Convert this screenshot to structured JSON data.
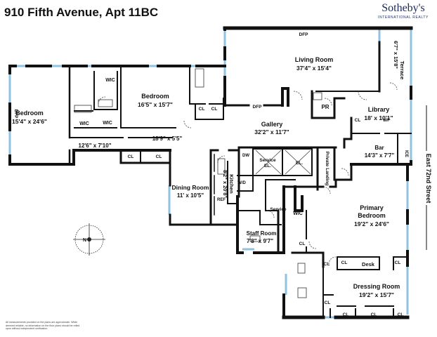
{
  "title": "910 Fifth Avenue, Apt 11BC",
  "brand": {
    "name": "Sotheby's",
    "subtitle": "INTERNATIONAL REALTY"
  },
  "rooms": {
    "bedroom_west": {
      "name": "Bedroom",
      "dims": "15'4\" x 24'6\""
    },
    "bedroom_north": {
      "name": "Bedroom",
      "dims": "16'5\" x 15'7\""
    },
    "living_room": {
      "name": "Living Room",
      "dims": "37'4\" x 15'4\""
    },
    "terrace": {
      "name": "Terrace",
      "dims": "6'7\" x 15'8\""
    },
    "gallery": {
      "name": "Gallery",
      "dims": "32'2\" x 11'7\""
    },
    "library": {
      "name": "Library",
      "dims": "18' x 10'1\""
    },
    "bar": {
      "name": "Bar",
      "dims": "14'3\" x 7'7\""
    },
    "dining_room": {
      "name": "Dining Room",
      "dims": "11' x 10'5\""
    },
    "kitchen": {
      "name": "Kitchen",
      "dims": "8'2\" x 20'8\""
    },
    "staff_room": {
      "name": "Staff Room",
      "dims": "7'8\" x 9'7\""
    },
    "primary_bedroom": {
      "name": "Primary\nBedroom",
      "line1": "Primary",
      "line2": "Bedroom",
      "dims": "19'2\" x 24'6\""
    },
    "dressing_room": {
      "name": "Dressing Room",
      "dims": "19'2\" x 15'7\""
    },
    "hall_a": {
      "dims": "12'6\" x 7'10\""
    },
    "hall_b": {
      "dims": "18'9\" x 5'5\""
    }
  },
  "small_labels": {
    "wic": "WIC",
    "cl": "CL",
    "dfp": "DFP",
    "pr": "PR",
    "wf": "WF",
    "ice": "ICE",
    "service_el": "Service EL.",
    "service_el_line1": "Service",
    "service_el_line2": "EL.",
    "el": "EL.",
    "private_landing": "Private Landing",
    "dw": "DW",
    "wd": "W/D",
    "ref": "REF",
    "service": "Service",
    "desk": "Desk"
  },
  "street": "East 72nd Street",
  "compass": "N",
  "disclaimer": "All measurements provided on the plans are approximate. While deemed reliable, no information on the floor plans should be relied upon without independent verification.",
  "colors": {
    "wall": "#111111",
    "window": "#8fc3e0",
    "brand": "#1a2a5a"
  }
}
